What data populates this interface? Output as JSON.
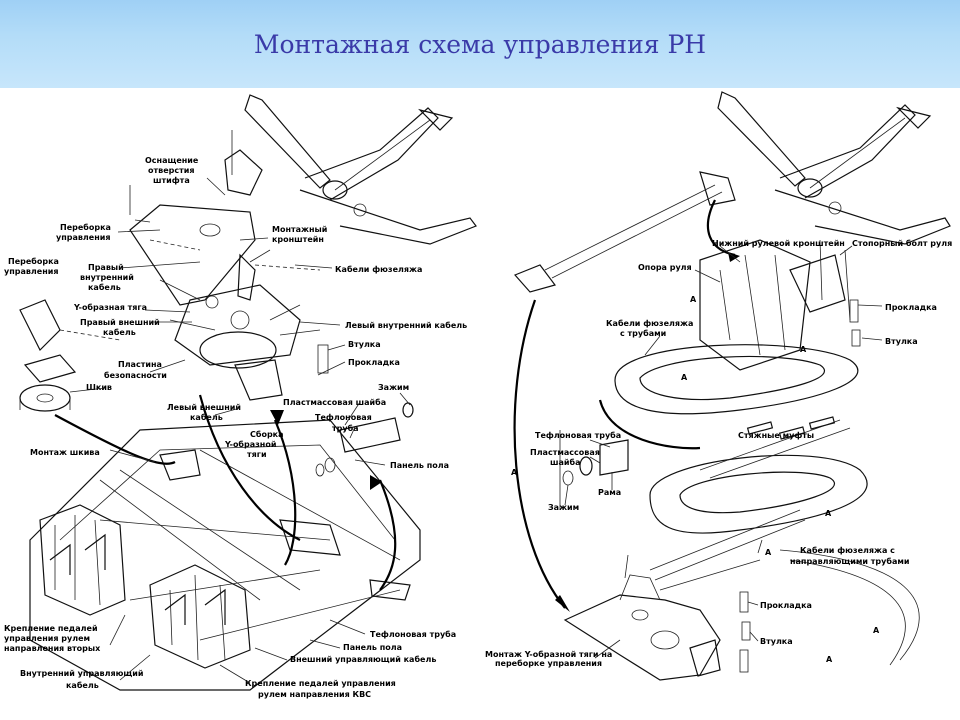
{
  "title": "Монтажная схема управления РН",
  "left_labels": {
    "l1": "Оснащение",
    "l2": "отверстия",
    "l3": "штифта",
    "l4": "Переборка",
    "l5": "управления",
    "l6": "Монтажный",
    "l7": "кронштейн",
    "l8": "Переборка",
    "l9": "управления",
    "l10": "Правый",
    "l11": "внутренний",
    "l12": "кабель",
    "l13": "Кабели фюзеляжа",
    "l14": "Y-образная тяга",
    "l15": "Правый внешний",
    "l16": "кабель",
    "l17": "Левый внутренний кабель",
    "l18": "Втулка",
    "l19": "Пластина",
    "l20": "безопасности",
    "l21": "Прокладка",
    "l22": "Шкив",
    "l23": "Зажим",
    "l24": "Пластмассовая шайба",
    "l25": "Левый внешний",
    "l26": "кабель",
    "l27": "Тефлоновая",
    "l28": "труба",
    "l29": "Сборка",
    "l30": "Y-образной",
    "l31": "тяги",
    "l32": "Монтаж шкива",
    "l33": "Панель пола",
    "l34": "Крепление педалей",
    "l35": "управления рулем",
    "l36": "направления вторых",
    "l37": "Тефлоновая труба",
    "l38": "Панель пола",
    "l39": "Внутренний управляющий",
    "l40": "кабель",
    "l41": "Внешний управляющий кабель",
    "l42": "Крепление педалей управления",
    "l43": "рулем направления КВС"
  },
  "right_labels": {
    "r1": "Нижний рулевой кронштейн",
    "r2": "Стопорный болт руля",
    "r3": "Опора руля",
    "r4": "Кабели фюзеляжа",
    "r5": "с трубами",
    "r6": "Прокладка",
    "r7": "Втулка",
    "r8": "Тефлоновая труба",
    "r9": "Пластмассовая",
    "r10": "шайба",
    "r11": "Рама",
    "r12": "Зажим",
    "r13": "Стяжные муфты",
    "r14": "Кабели фюзеляжа с",
    "r15": "направляющими трубами",
    "r16": "Прокладка",
    "r17": "Втулка",
    "r18": "Монтаж Y-образной тяги на",
    "r19": "переборке управления",
    "a": "A"
  }
}
